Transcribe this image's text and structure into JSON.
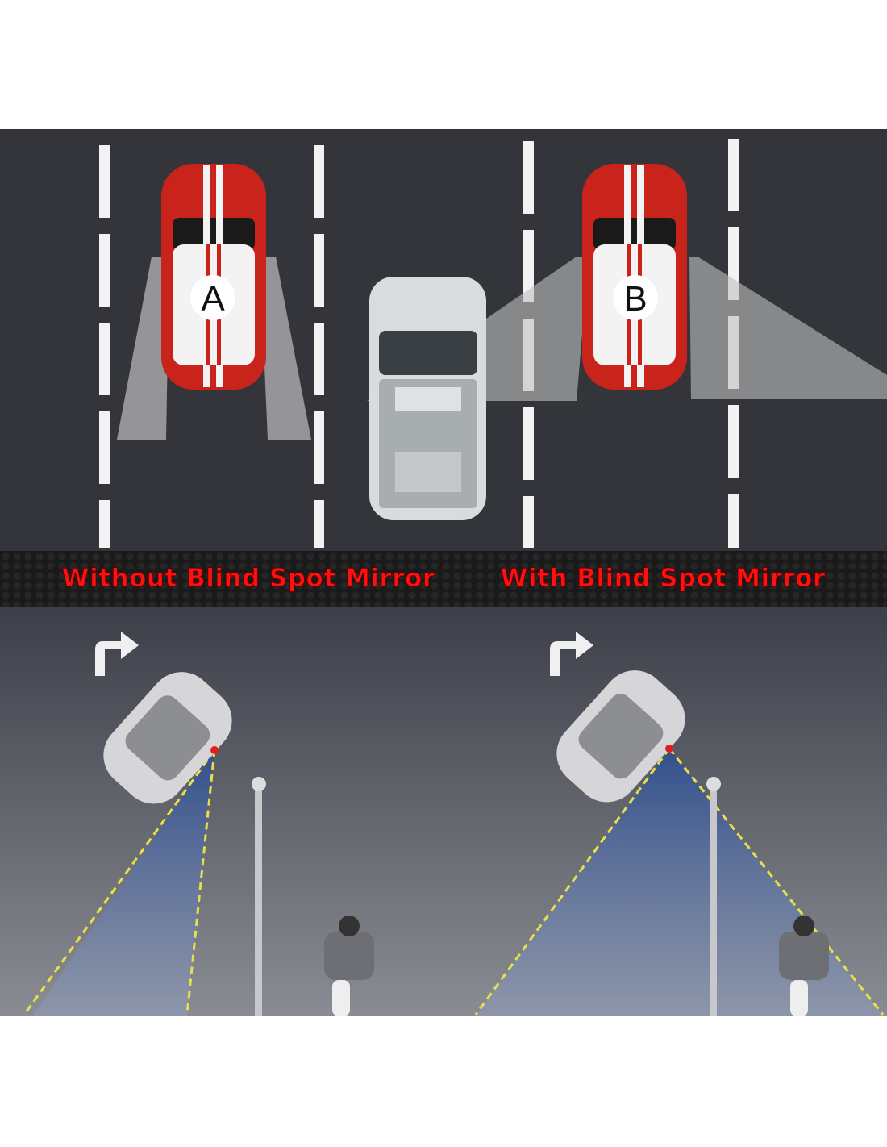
{
  "banner": {
    "left_label": "Without Blind Spot Mirror",
    "right_label": "With Blind Spot Mirror"
  },
  "cars": {
    "left_letter": "A",
    "right_letter": "B"
  },
  "colors": {
    "road": "#33353b",
    "banner_text": "#ff1010",
    "car_red": "#c8241c",
    "view_blue": "#3d5a8c",
    "dash_yellow": "#e8e04a"
  }
}
